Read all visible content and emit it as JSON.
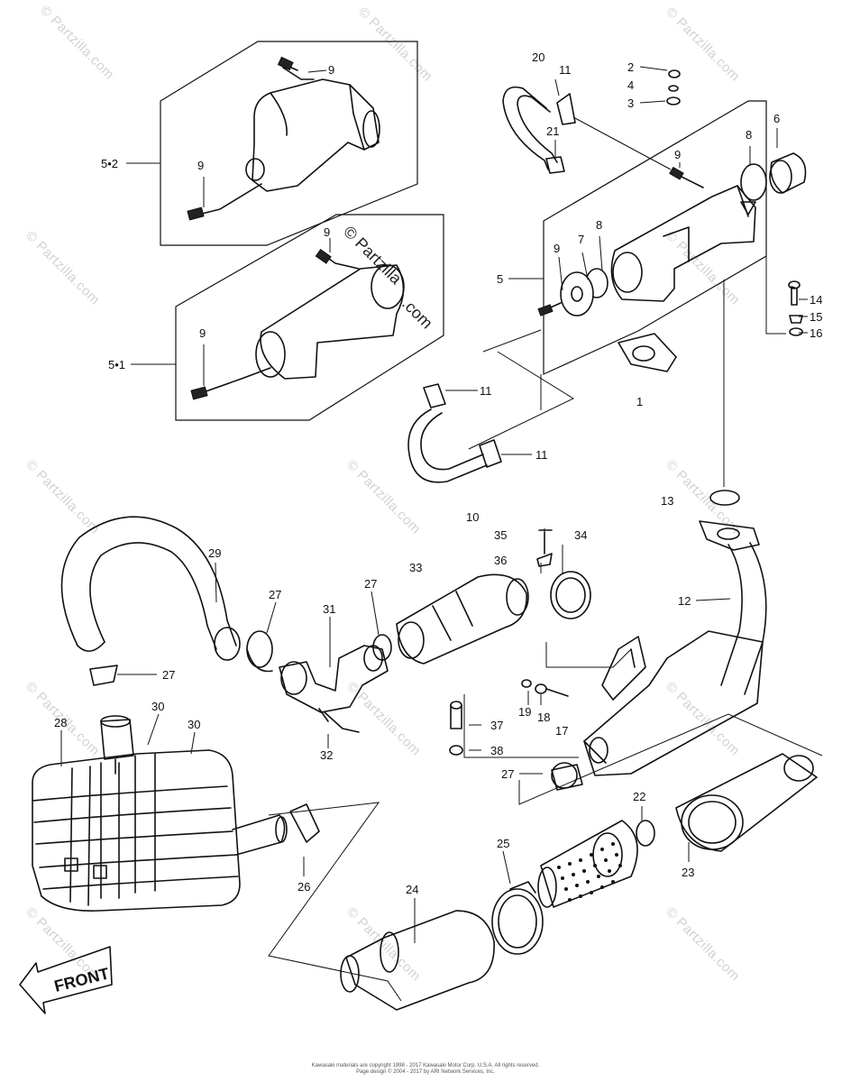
{
  "watermark": {
    "text": "© Partzilla.com",
    "center_text_line1": "© Partzilla",
    "center_text_line2": ".com"
  },
  "labels": {
    "p2": "2",
    "p3": "3",
    "p4": "4",
    "p5": "5",
    "p5_1": "5•1",
    "p5_2": "5•2",
    "p6": "6",
    "p7": "7",
    "p8": "8",
    "p9": "9",
    "p10": "10",
    "p11": "11",
    "p12": "12",
    "p13": "13",
    "p14": "14",
    "p15": "15",
    "p16": "16",
    "p17": "17",
    "p18": "18",
    "p19": "19",
    "p20": "20",
    "p21": "21",
    "p22": "22",
    "p23": "23",
    "p24": "24",
    "p25": "25",
    "p26": "26",
    "p27": "27",
    "p28": "28",
    "p29": "29",
    "p30": "30",
    "p31": "31",
    "p32": "32",
    "p33": "33",
    "p34": "34",
    "p35": "35",
    "p36": "36",
    "p37": "37",
    "p38": "38",
    "p1": "1"
  },
  "front_label": "FRONT",
  "footer": {
    "line1": "Kawasaki materials are copyright 1998 - 2017 Kawasaki Motor Corp. U.S.A. All rights reserved.",
    "line2": "Page design © 2004 - 2017 by ARI Network Services, Inc."
  }
}
